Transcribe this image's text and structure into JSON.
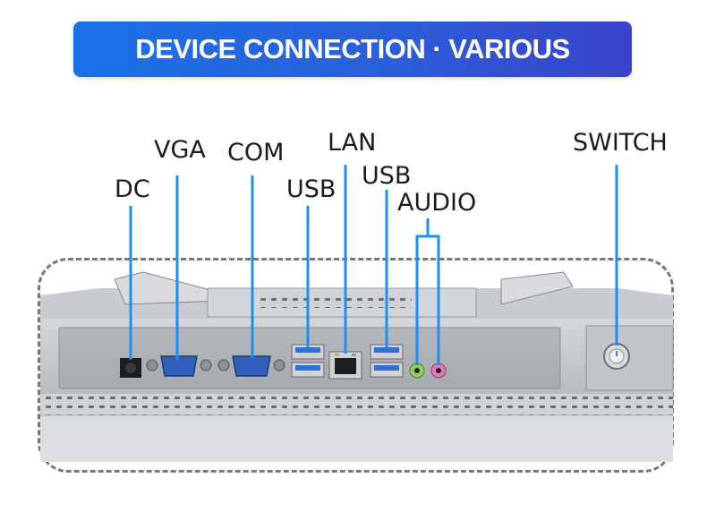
{
  "banner": {
    "title": "DEVICE CONNECTION · VARIOUS INTERFACES"
  },
  "ports": {
    "dc": "DC",
    "vga": "VGA",
    "com": "COM",
    "usb_left": "USB",
    "lan": "LAN",
    "usb_right": "USB",
    "audio": "AUDIO",
    "switch": "SWITCH"
  },
  "colors": {
    "banner_start": "#1a72e8",
    "banner_end": "#3a43c9",
    "leader_line": "#1e8ff0",
    "usb_blue": "#2f6fd6",
    "audio_green": "#8fd05a",
    "audio_pink": "#e07ab8"
  }
}
